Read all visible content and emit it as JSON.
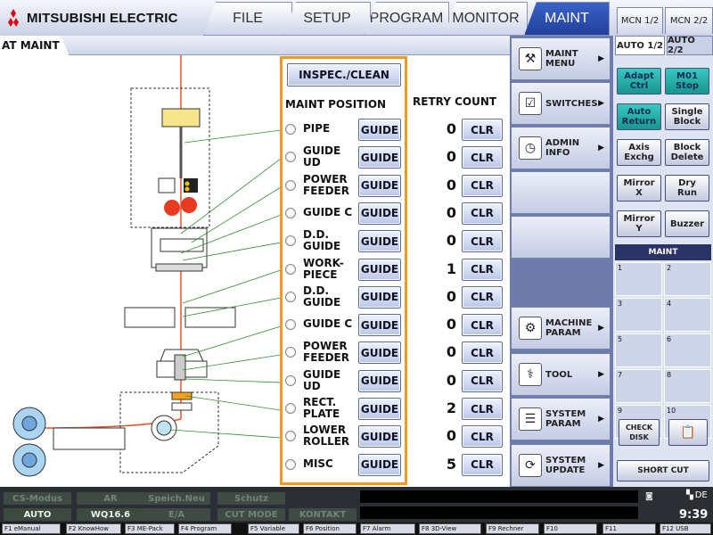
{
  "brand": {
    "name": "MITSUBISHI ELECTRIC",
    "logo_icon": "three-diamond-logo-icon"
  },
  "tabs": [
    "FILE",
    "SETUP",
    "PROGRAM",
    "MONITOR",
    "MAINT"
  ],
  "mcn_tabs": [
    "MCN 1/2",
    "MCN 2/2"
  ],
  "auto_tabs": [
    "AUTO 1/2",
    "AUTO 2/2"
  ],
  "screen_title": "AT MAINT",
  "inspec_button": "INSPEC./CLEAN",
  "headers": {
    "maint_position": "MAINT POSITION",
    "retry_count": "RETRY COUNT"
  },
  "guide_label": "GUIDE",
  "clr_label": "CLR",
  "rows": [
    {
      "label": "PIPE",
      "count": "0"
    },
    {
      "label": "GUIDE\nUD",
      "count": "0"
    },
    {
      "label": "POWER\nFEEDER",
      "count": "0"
    },
    {
      "label": "GUIDE C",
      "count": "0"
    },
    {
      "label": "D.D.\nGUIDE",
      "count": "0"
    },
    {
      "label": "WORK-\nPIECE",
      "count": "1"
    },
    {
      "label": "D.D.\nGUIDE",
      "count": "0"
    },
    {
      "label": "GUIDE C",
      "count": "0"
    },
    {
      "label": "POWER\nFEEDER",
      "count": "0"
    },
    {
      "label": "GUIDE\nUD",
      "count": "0"
    },
    {
      "label": "RECT.\nPLATE",
      "count": "2"
    },
    {
      "label": "LOWER\nROLLER",
      "count": "0"
    },
    {
      "label": "MISC",
      "count": "5"
    }
  ],
  "menu": [
    {
      "label": "MAINT\nMENU",
      "icon": "wrench-icon"
    },
    {
      "label": "SWITCHES",
      "icon": "checklist-icon"
    },
    {
      "label": "ADMIN\nINFO",
      "icon": "clock-icon"
    },
    {
      "label": "",
      "icon": ""
    },
    {
      "label": "",
      "icon": ""
    },
    {
      "label": "MACHINE\nPARAM",
      "icon": "gears-icon"
    },
    {
      "label": "TOOL",
      "icon": "stethoscope-icon"
    },
    {
      "label": "SYSTEM\nPARAM",
      "icon": "sliders-icon"
    },
    {
      "label": "SYSTEM\nUPDATE",
      "icon": "update-icon"
    }
  ],
  "side_buttons": [
    {
      "label": "Adapt\nCtrl",
      "style": "teal"
    },
    {
      "label": "M01\nStop",
      "style": "teal"
    },
    {
      "label": "Auto\nReturn",
      "style": "teal"
    },
    {
      "label": "Single\nBlock",
      "style": "grey"
    },
    {
      "label": "Axis\nExchg",
      "style": "grey"
    },
    {
      "label": "Block\nDelete",
      "style": "grey"
    },
    {
      "label": "Mirror\nX",
      "style": "grey"
    },
    {
      "label": "Dry\nRun",
      "style": "grey"
    },
    {
      "label": "Mirror\nY",
      "style": "grey"
    },
    {
      "label": "Buzzer",
      "style": "grey"
    }
  ],
  "maint_section": {
    "title": "MAINT",
    "cells": [
      "1",
      "2",
      "3",
      "4",
      "5",
      "6",
      "7",
      "8",
      "9",
      "10"
    ],
    "check_disk": "CHECK\nDISK",
    "short_cut": "SHORT CUT"
  },
  "status": {
    "row1": [
      "CS-Modus",
      "AR",
      "Speich.Neu",
      "Schutz"
    ],
    "row2": [
      "AUTO",
      "WQ16.6",
      "E/A",
      "CUT MODE",
      "KONTAKT"
    ],
    "lang": "DE",
    "time": "9:39"
  },
  "fkeys": [
    "F1 eManual",
    "F2 KnowHow",
    "F3 ME-Pack",
    "F4 Program",
    "F5 Variable",
    "F6 Position",
    "F7 Alarm",
    "F8 3D-View",
    "F9 Rechner",
    "F10",
    "F11",
    "F12 USB"
  ]
}
